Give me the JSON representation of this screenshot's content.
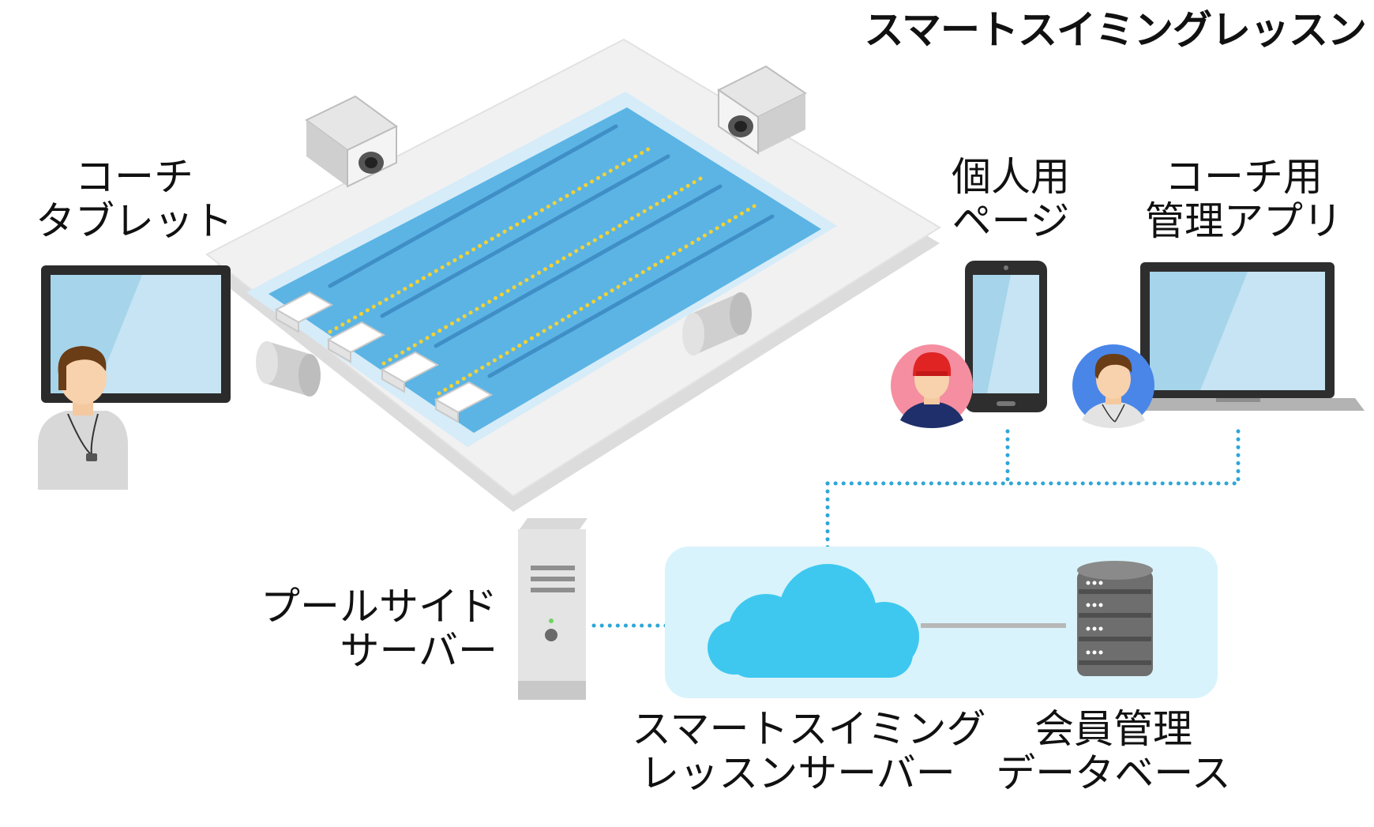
{
  "title": "スマートスイミングレッスン",
  "labels": {
    "coach_tablet": [
      "コーチ",
      "タブレット"
    ],
    "personal_page": [
      "個人用",
      "ページ"
    ],
    "coach_app": [
      "コーチ用",
      "管理アプリ"
    ],
    "poolside_server": [
      "プールサイド",
      "サーバー"
    ],
    "lesson_server": [
      "スマートスイミング",
      "レッスンサーバー"
    ],
    "member_db": [
      "会員管理",
      "データベース"
    ]
  },
  "icons": {
    "pool": "swimming-pool-icon",
    "camera": "camera-icon",
    "tablet": "tablet-icon",
    "smartphone": "smartphone-icon",
    "laptop": "laptop-icon",
    "server": "server-tower-icon",
    "cloud": "cloud-icon",
    "database": "database-icon",
    "coach": "coach-avatar-icon",
    "swimmer": "swimmer-avatar-icon"
  },
  "colors": {
    "pool_water": "#5bb4e4",
    "lane_rope": "#f2d136",
    "cloud": "#3ec8ef",
    "cloud_zone": "#d8f3fb",
    "dotted_link": "#2ea6d8",
    "db_link": "#b8b8b8",
    "swimmer_badge": "#f58ea0",
    "coach_badge": "#4a86e8"
  }
}
